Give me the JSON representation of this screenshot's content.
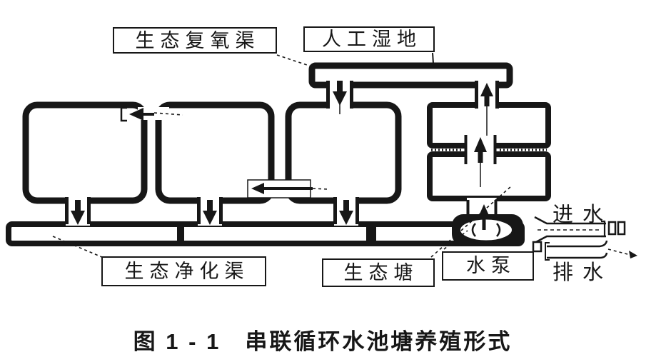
{
  "colors": {
    "ink": "#171717",
    "paper": "#ffffff"
  },
  "diagram": {
    "top_labels": {
      "reoxygenation_channel": "生态复氧渠",
      "artificial_wetland": "人工湿地"
    },
    "bottom_labels": {
      "purification_channel": "生态净化渠",
      "ecological_pond": "生态塘",
      "water_pump": "水泵"
    },
    "pipes": {
      "inlet": "进水",
      "outlet": "排水"
    }
  },
  "caption": "图 1 - 1　串联循环水池塘养殖形式"
}
